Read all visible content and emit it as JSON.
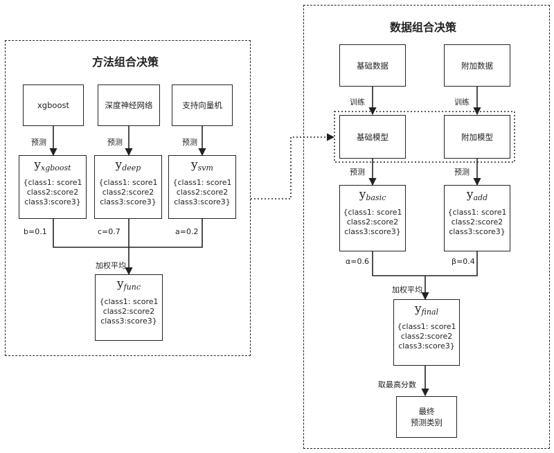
{
  "method_group": {
    "title": "方法组合决策",
    "sources": [
      "xgboost",
      "深度神经网络",
      "支持向量机"
    ],
    "predict_label": "预测",
    "outputs": [
      {
        "sym": "y",
        "sub": "xgboost",
        "lines": [
          "{class1: score1",
          "class2:score2",
          "class3:score3}"
        ]
      },
      {
        "sym": "y",
        "sub": "deep",
        "lines": [
          "{class1: score1",
          "class2:score2",
          "class3:score3}"
        ]
      },
      {
        "sym": "y",
        "sub": "svm",
        "lines": [
          "{class1: score1",
          "class2:score2",
          "class3:score3}"
        ]
      }
    ],
    "weights": [
      "b=0.1",
      "c=0.7",
      "a=0.2"
    ],
    "weighted_avg_label": "加权平均",
    "result": {
      "sym": "y",
      "sub": "func",
      "lines": [
        "{class1: score1",
        "class2:score2",
        "class3:score3}"
      ]
    }
  },
  "data_group": {
    "title": "数据组合决策",
    "sources": [
      "基础数据",
      "附加数据"
    ],
    "train_label": "训练",
    "models": [
      "基础模型",
      "附加模型"
    ],
    "predict_label": "预测",
    "outputs": [
      {
        "sym": "y",
        "sub": "basic",
        "lines": [
          "{class1: score1",
          "class2:score2",
          "class3:score3}"
        ]
      },
      {
        "sym": "y",
        "sub": "add",
        "lines": [
          "{class1: score1",
          "class2:score2",
          "class3:score3}"
        ]
      }
    ],
    "weights": [
      "α=0.6",
      "β=0.4"
    ],
    "weighted_avg_label": "加权平均",
    "result": {
      "sym": "y",
      "sub": "final",
      "lines": [
        "{class1: score1",
        "class2:score2",
        "class3:score3}"
      ]
    },
    "max_label": "取最高分数",
    "final_lines": [
      "最终",
      "预测类别"
    ]
  }
}
